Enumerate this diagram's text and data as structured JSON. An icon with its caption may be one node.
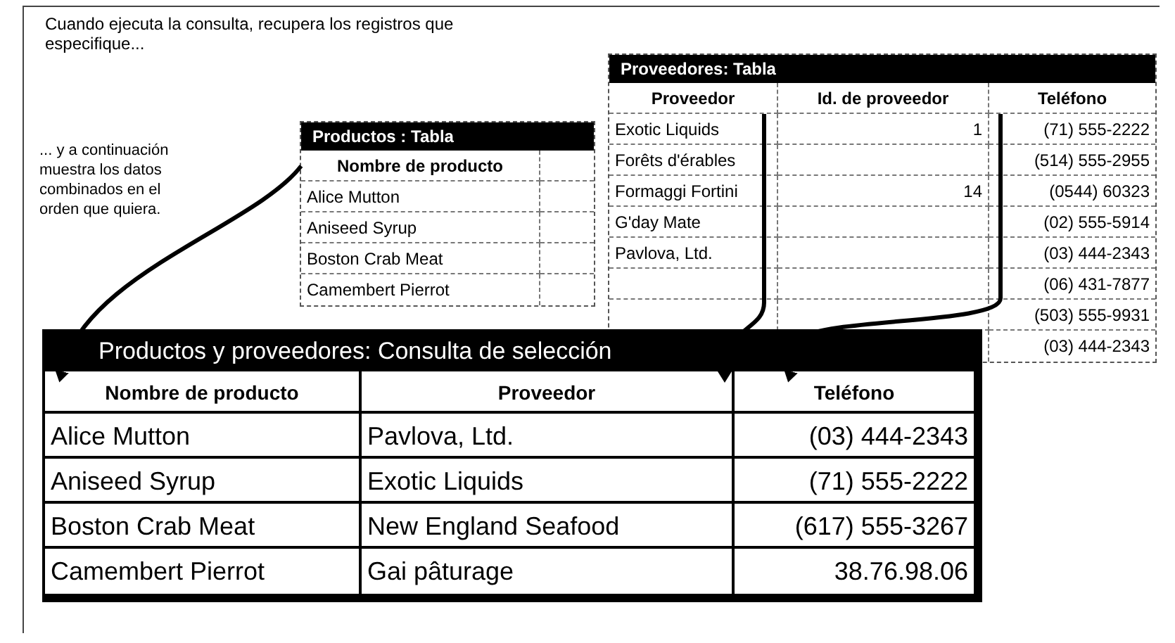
{
  "diagram": {
    "nodes": [
      {
        "text": [
          "Proveedores: Tabla"
        ]
      },
      {
        "text": [
          "Proveedor"
        ],
        "in": 0
      },
      {
        "text": [
          "Id. de proveedor"
        ],
        "in": 0
      },
      {
        "text": [
          "Teléfono"
        ],
        "in": 0
      },
      {
        "text": [
          "Productos : Tabla"
        ]
      },
      {
        "text": [
          "Nombre de producto"
        ],
        "in": 4
      },
      {
        "text": [
          "Productos y proveedores: Consulta de selección"
        ]
      },
      {
        "text": [
          "Nombre de producto"
        ],
        "in": 6
      },
      {
        "text": [
          "Proveedor"
        ],
        "in": 6
      },
      {
        "text": [
          "Teléfono"
        ],
        "in": 6
      }
    ],
    "edges": [
      {
        "from": 5,
        "to": 7,
        "arrow": "to"
      },
      {
        "from": 1,
        "to": 8,
        "arrow": "to"
      },
      {
        "from": 3,
        "to": 9,
        "arrow": "to"
      }
    ],
    "labels": [
      "Cuando ejecuta la consulta, recupera los registros que especifique...",
      "... y a continuación muestra los datos combinados en el orden que quiera.",
      "Alice Mutton",
      "Aniseed Syrup",
      "Boston Crab Meat",
      "Camembert Pierrot",
      "Exotic Liquids",
      "1",
      "(71) 555-2222",
      "Forêts d'érables",
      "(514) 555-2955",
      "Formaggi Fortini",
      "14",
      "(0544) 60323",
      "G'day Mate",
      "(02) 555-5914",
      "Pavlova, Ltd.",
      "(03) 444-2343",
      "(06) 431-7877",
      "(503) 555-9931",
      "(03) 444-2343",
      "Alice Mutton",
      "Pavlova, Ltd.",
      "(03) 444-2343",
      "Aniseed Syrup",
      "Exotic Liquids",
      "(71) 555-2222",
      "Boston Crab Meat",
      "New England Seafood",
      "(617) 555-3267",
      "Camembert Pierrot",
      "Gai pâturage",
      "38.76.98.06"
    ]
  }
}
